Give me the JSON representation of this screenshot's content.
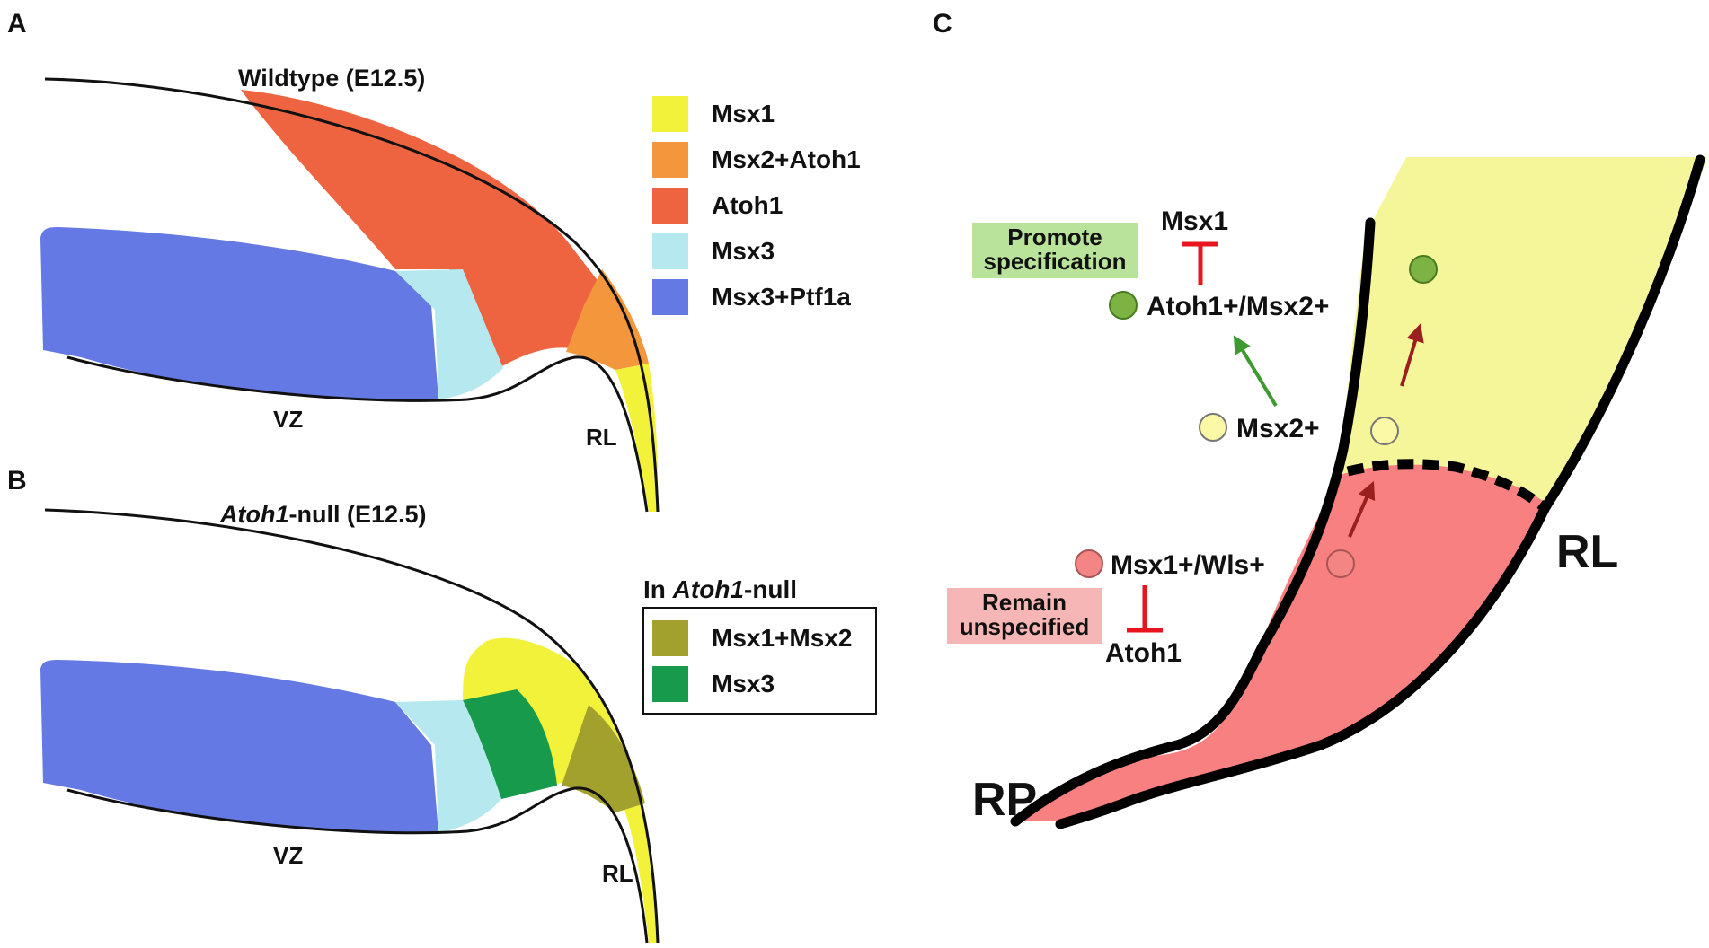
{
  "panel_a": {
    "letter": "A",
    "title": "Wildtype (E12.5)",
    "vz_label": "VZ",
    "rl_label": "RL",
    "legend": [
      {
        "label": "Msx1",
        "color": "#f2f23a"
      },
      {
        "label": "Msx2+Atoh1",
        "color": "#f4963c"
      },
      {
        "label": "Atoh1",
        "color": "#ef6440"
      },
      {
        "label": "Msx3",
        "color": "#b6e8ef"
      },
      {
        "label": "Msx3+Ptf1a",
        "color": "#6479e4"
      }
    ]
  },
  "panel_b": {
    "letter": "B",
    "title_italic": "Atoh1",
    "title_rest": "-null (E12.5)",
    "vz_label": "VZ",
    "rl_label": "RL",
    "legend_title_prefix": "In ",
    "legend_title_italic": "Atoh1",
    "legend_title_suffix": "-null",
    "legend": [
      {
        "label": "Msx1+Msx2",
        "color": "#a3a12e"
      },
      {
        "label": "Msx3",
        "color": "#189a4c"
      }
    ]
  },
  "panel_c": {
    "letter": "C",
    "promote_line1": "Promote",
    "promote_line2": "specification",
    "remain_line1": "Remain",
    "remain_line2": "unspecified",
    "msx1_top": "Msx1",
    "atoh1_msx2": "Atoh1+/Msx2+",
    "msx2": "Msx2+",
    "msx1_wls": "Msx1+/Wls+",
    "atoh1_bottom": "Atoh1",
    "rl_label": "RL",
    "rp_label": "RP",
    "colors": {
      "yellow_region": "#f5f59a",
      "pink_region": "#f98080",
      "green_cell": "#7cb342",
      "yellow_cell": "#fbf8a6",
      "pink_cell": "#f48585",
      "green_box": "#b9e39a",
      "pink_box": "#f6b6b6",
      "inhibit": "#e8141e",
      "green_arrow": "#3c9a2e",
      "dark_red_arrow": "#9a1f1f"
    }
  }
}
